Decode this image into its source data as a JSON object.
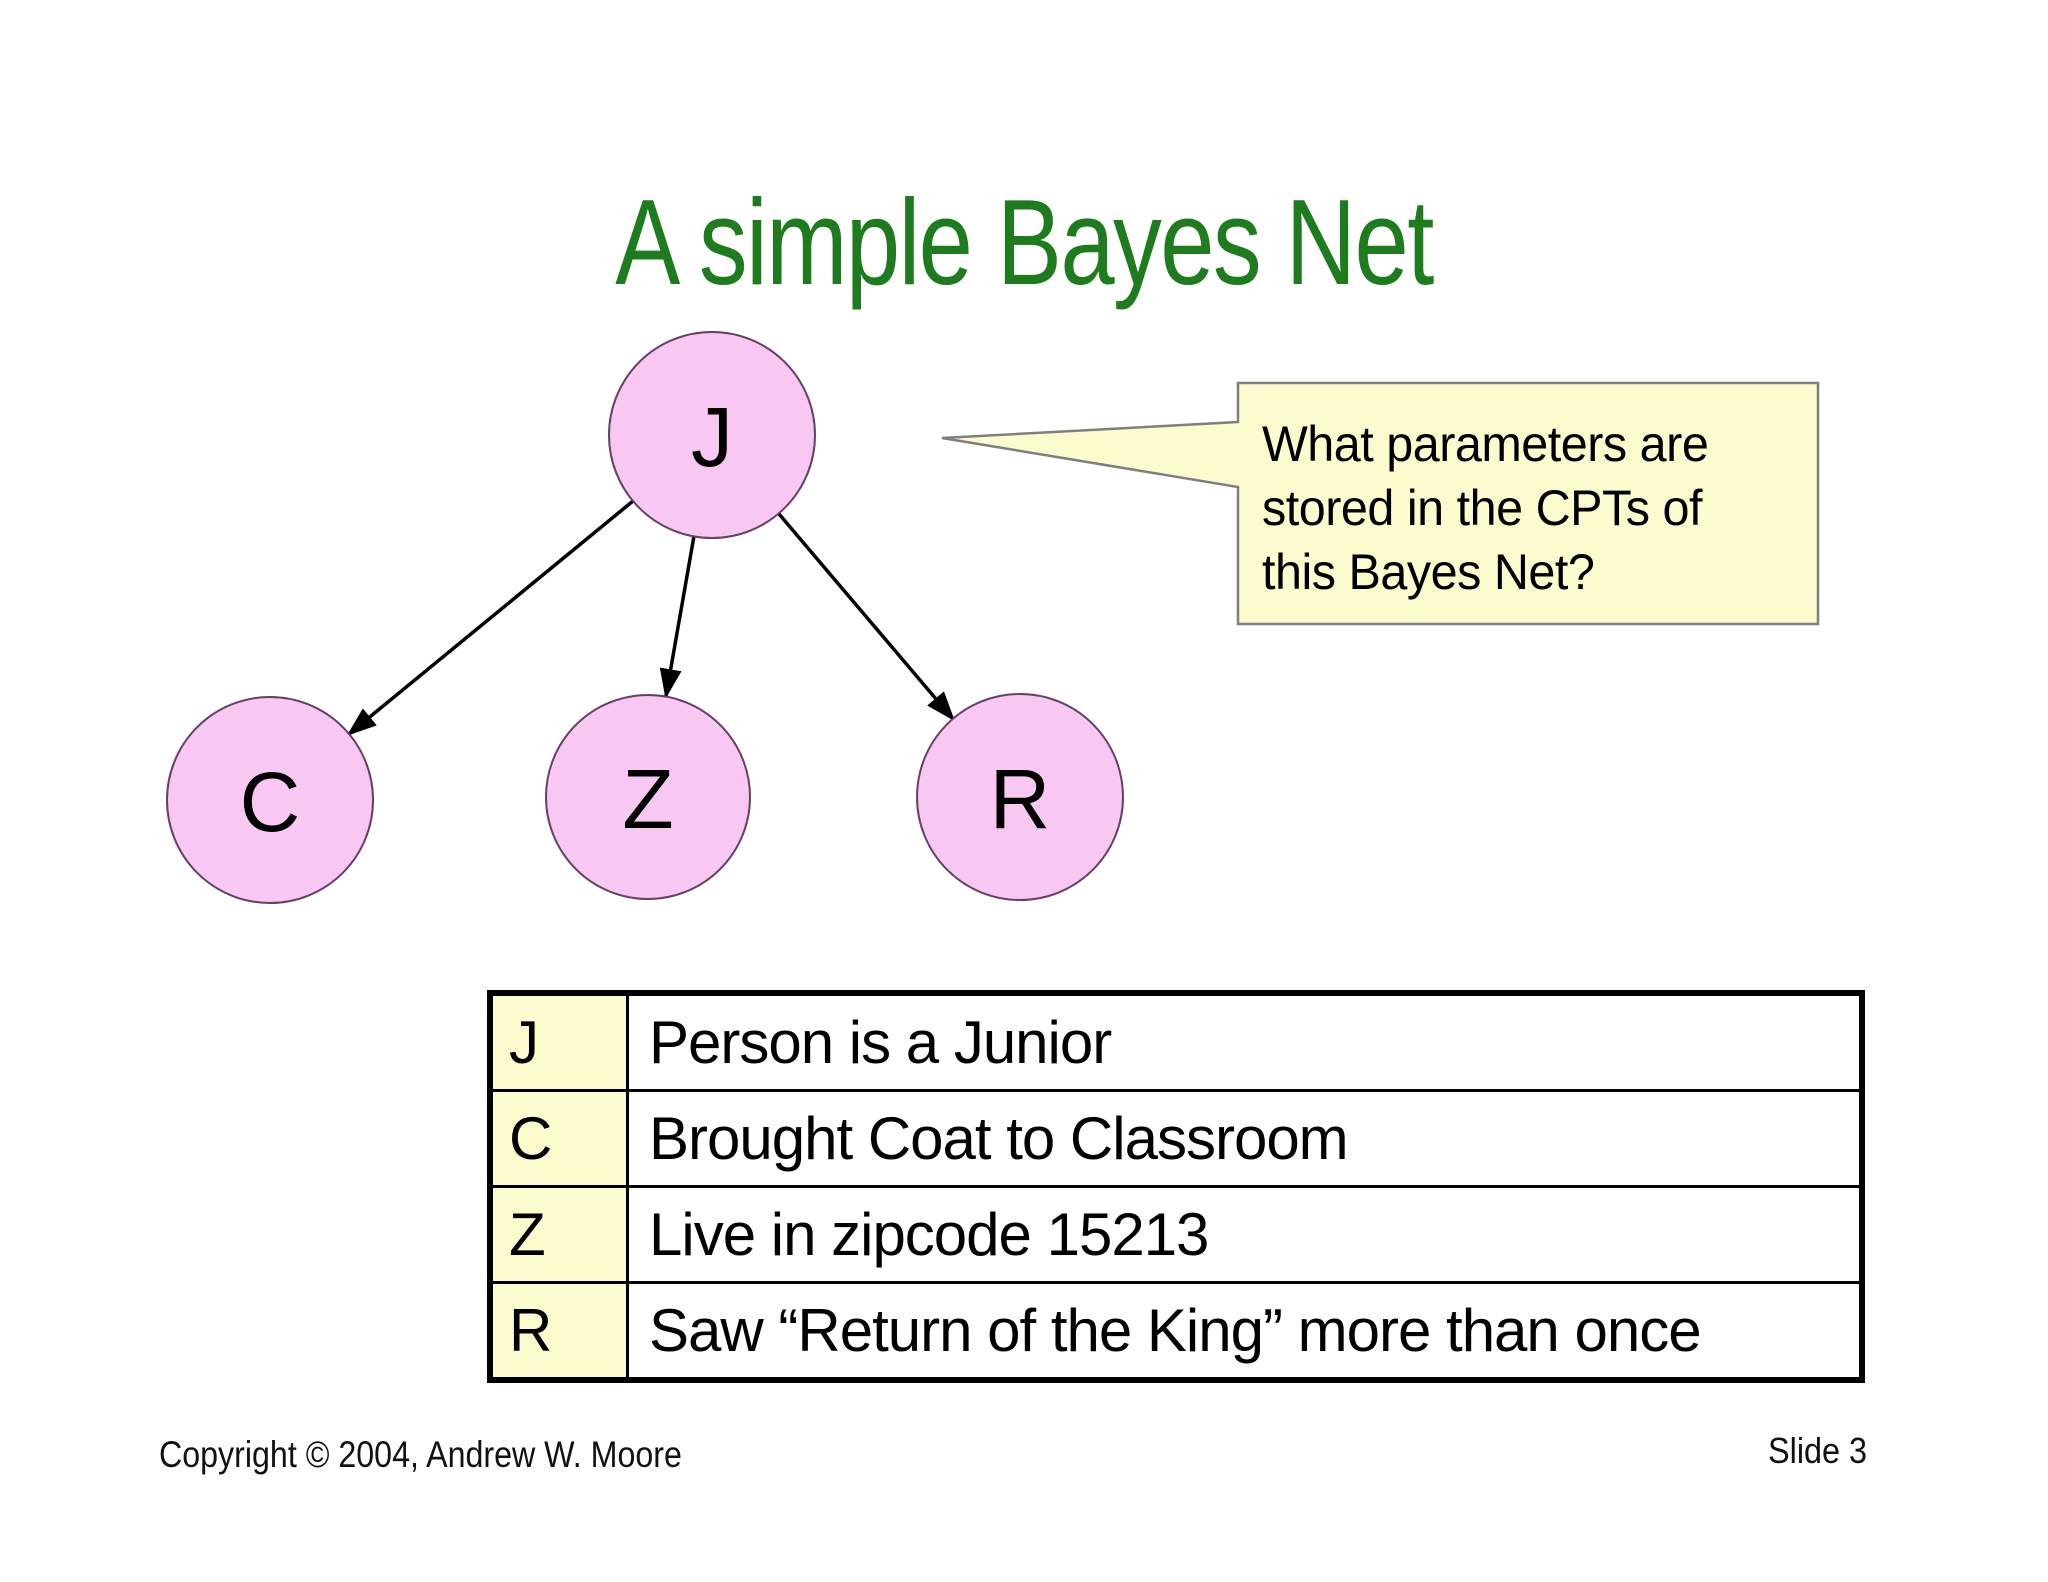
{
  "slide": {
    "title": "A simple Bayes Net",
    "footer_left": "Copyright © 2004, Andrew W. Moore",
    "footer_right": "Slide 3"
  },
  "colors": {
    "title_green": "#1e7b1e",
    "node_fill": "#f9c8f2",
    "node_stroke": "#664066",
    "edge_color": "#000000",
    "callout_fill": "#fbfbce",
    "callout_stroke": "#7f7f7f",
    "table_key_fill": "#fbfbce"
  },
  "diagram": {
    "type": "bayes-net",
    "nodes": [
      {
        "id": "J",
        "label": "J"
      },
      {
        "id": "C",
        "label": "C"
      },
      {
        "id": "Z",
        "label": "Z"
      },
      {
        "id": "R",
        "label": "R"
      }
    ],
    "edges": [
      {
        "from": "J",
        "to": "C"
      },
      {
        "from": "J",
        "to": "Z"
      },
      {
        "from": "J",
        "to": "R"
      }
    ]
  },
  "callout": {
    "text": "What parameters are stored in the CPTs of this Bayes Net?"
  },
  "legend_table": {
    "rows": [
      {
        "key": "J",
        "desc": "Person is a Junior"
      },
      {
        "key": "C",
        "desc": "Brought Coat to Classroom"
      },
      {
        "key": "Z",
        "desc": "Live in zipcode 15213"
      },
      {
        "key": "R",
        "desc": "Saw “Return of the King” more than once"
      }
    ]
  }
}
